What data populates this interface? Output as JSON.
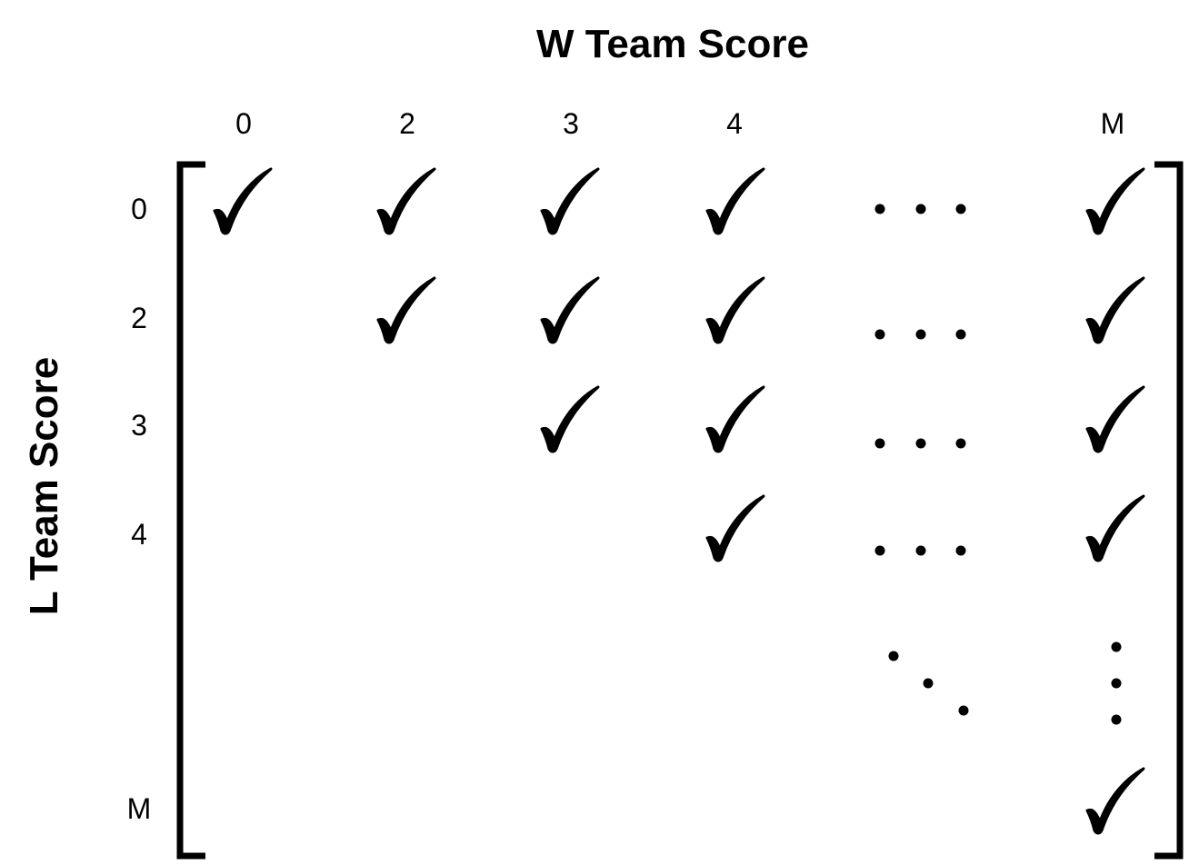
{
  "title_x": "W Team Score",
  "title_y": "L Team Score",
  "columns": [
    "0",
    "2",
    "3",
    "4",
    "M"
  ],
  "rows": [
    "0",
    "2",
    "3",
    "4",
    "M"
  ],
  "checks": [
    [
      true,
      true,
      true,
      true,
      true
    ],
    [
      false,
      true,
      true,
      true,
      true
    ],
    [
      false,
      false,
      true,
      true,
      true
    ],
    [
      false,
      false,
      false,
      true,
      true
    ],
    [
      false,
      false,
      false,
      false,
      true
    ]
  ],
  "ellipsis_rows": [
    "0",
    "2",
    "3",
    "4"
  ],
  "colors": {
    "ink": "#000000",
    "background": "#ffffff"
  }
}
